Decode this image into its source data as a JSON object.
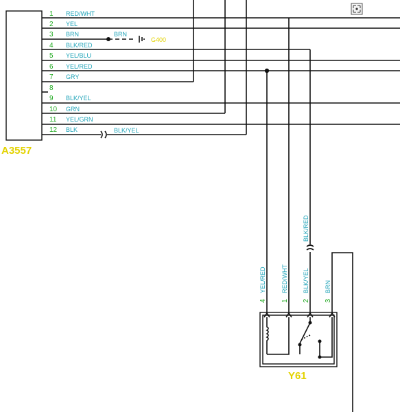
{
  "connector_a3557": {
    "label": "A3557",
    "pins": [
      {
        "pin": "1",
        "color": "RED/WHT"
      },
      {
        "pin": "2",
        "color": "YEL"
      },
      {
        "pin": "3",
        "color": "BRN"
      },
      {
        "pin": "4",
        "color": "BLK/RED"
      },
      {
        "pin": "5",
        "color": "YEL/BLU"
      },
      {
        "pin": "6",
        "color": "YEL/RED"
      },
      {
        "pin": "7",
        "color": "GRY"
      },
      {
        "pin": "8",
        "color": ""
      },
      {
        "pin": "9",
        "color": "BLK/YEL"
      },
      {
        "pin": "10",
        "color": "GRN"
      },
      {
        "pin": "11",
        "color": "YEL/GRN"
      },
      {
        "pin": "12",
        "color": "BLK"
      }
    ]
  },
  "ground": {
    "wire_color": "BRN",
    "label": "G400"
  },
  "inline_connector": {
    "wire_color": "BLK/YEL"
  },
  "component_y61": {
    "label": "Y61",
    "pins": [
      {
        "pin": "4",
        "color": "YEL/RED"
      },
      {
        "pin": "1",
        "color": "RED/WHT"
      },
      {
        "pin": "2",
        "color": "BLK/YEL"
      },
      {
        "pin": "3",
        "color": "BRN"
      }
    ],
    "upper_wire_color": "BLK/RED"
  },
  "colors": {
    "pin_number": "#22aa22",
    "wire_label": "#1fa3b8",
    "component_label": "#e3d200"
  },
  "icons": {
    "corner": "expand-icon"
  }
}
